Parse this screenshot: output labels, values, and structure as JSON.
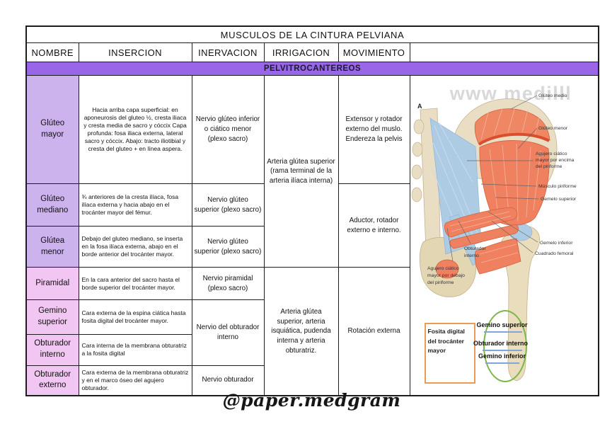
{
  "title": "MUSCULOS DE LA CINTURA PELVIANA",
  "headers": {
    "nombre": "NOMBRE",
    "insercion": "INSERCION",
    "inervacion": "INERVACION",
    "irrigacion": "IRRIGACION",
    "movimiento": "MOVIMIENTO"
  },
  "section_header": "PELVITROCANTEREOS",
  "muscles": {
    "gluteo_mayor": {
      "name": "Glúteo mayor",
      "insercion": "Hacia arriba capa superficial: en aponeurosis del gluteo ½, cresta iliaca y cresta media de sacro y cóccix Capa profunda: fosa iliaca externa, lateral sacro y cóccix. Abajo: tracto iliotibial y cresta del gluteo + en línea aspera.",
      "inervacion": "Nervio glúteo inferior o ciático menor (plexo sacro)",
      "movimiento": "Extensor y rotador externo del muslo. Endereza la pelvis"
    },
    "gluteo_mediano": {
      "name": "Glúteo mediano",
      "insercion": "¾ anteriores de la cresta ilíaca, fosa ilíaca externa y hacia abajo en el trocánter mayor del fémur.",
      "inervacion": "Nervio glúteo superior (plexo sacro)"
    },
    "glutea_menor": {
      "name": "Glútea menor",
      "insercion": "Debajo del gluteo mediano, se inserta en la fosa ilíaca externa, abajo en el borde anterior del trocánter mayor.",
      "inervacion": "Nervio glúteo superior (plexo sacro)"
    },
    "piramidal": {
      "name": "Piramidal",
      "insercion": "En la cara anterior del sacro hasta el borde superior del trocánter mayor.",
      "inervacion": "Nervio piramidal (plexo sacro)"
    },
    "gemino_superior": {
      "name": "Gemino superior",
      "insercion": "Cara externa de la espina ciática hasta fosita digital del trocánter mayor."
    },
    "obturador_interno": {
      "name": "Obturador interno",
      "insercion": "Cara interna de la membrana obturatriz a la fosita digital"
    },
    "obturador_externo": {
      "name": "Obturador externo",
      "insercion": "Cara externa de la membrana obturatriz y en el marco óseo del agujero obturador.",
      "inervacion": "Nervio obturador"
    }
  },
  "shared": {
    "inervacion_geminos": "Nervio del obturador interno",
    "irrigacion_gluteos": "Arteria glútea superior (rama terminal de la arteria ilíaca interna)",
    "irrigacion_rotadores": "Arteria glútea superior, arteria isquiática, pudenda interna y arteria obturatriz.",
    "movimiento_mediano_menor": "Aductor, rotador externo e interno.",
    "movimiento_rotadores": "Rotación externa"
  },
  "anatomy": {
    "watermark": "www medilll",
    "panel_marker": "A",
    "labels": {
      "gluteo_medio": "Glúteo medio",
      "gluteo_menor": "Glúteo menor",
      "agujero_encima": [
        "Agujero ciático",
        "mayor por encima",
        "del piriforme"
      ],
      "musculo_piriforme": "Músculo piriforme",
      "gemelo_superior": "Gemelo superior",
      "gemelo_inferior": "Gemelo inferior",
      "cuadrado_femoral": "Cuadrado femoral",
      "obturador_interno": [
        "Obturador",
        "interno"
      ],
      "agujero_debajo": [
        "Agujero ciático",
        "mayor por debajo",
        "del piriforme"
      ]
    },
    "annotation_box": "Fosita digital del trocánter mayor",
    "circled_items": [
      "Gemino superior",
      "Obturador interno",
      "Gemino inferior"
    ]
  },
  "footer": "@paper.medgram",
  "colors": {
    "section_band": "#9a66e8",
    "name_cell_purple": "#cdb3ee",
    "name_cell_pink": "#f2c6f2",
    "legend_box_border": "#ed9a56",
    "circle_green": "#7ab648",
    "underline_blue": "#7da7d9",
    "muscle_salmon": "#ef8160",
    "bone_beige": "#e9dec3",
    "ligament_blue": "#aecbe4"
  }
}
